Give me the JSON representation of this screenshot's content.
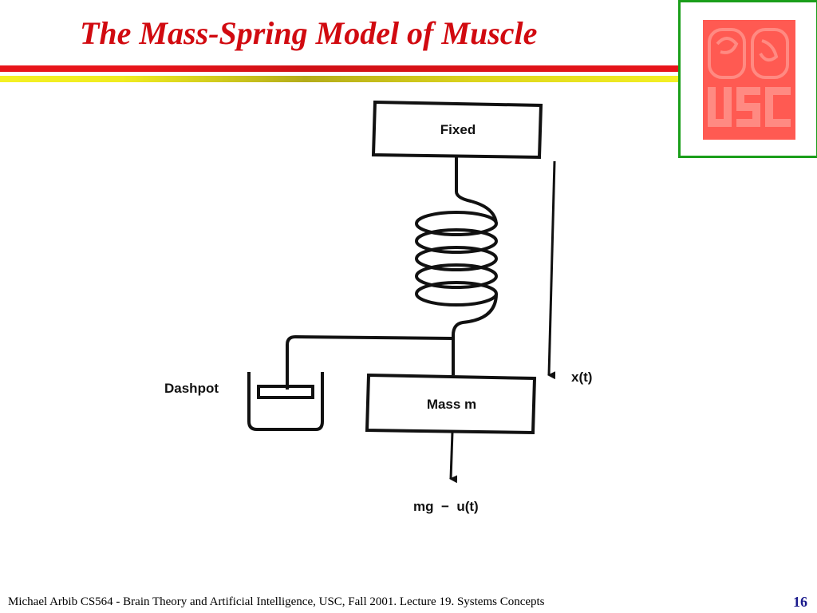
{
  "slide": {
    "title": "The Mass-Spring Model of Muscle",
    "footer": "Michael Arbib CS564 - Brain Theory and Artificial Intelligence,  USC, Fall 2001. Lecture 19. Systems Concepts",
    "page_number": "16"
  },
  "logo": {
    "text": "USC",
    "color": "#ff5a52"
  },
  "diagram": {
    "fixed_label": "Fixed",
    "mass_label": "Mass m",
    "dashpot_label": "Dashpot",
    "displacement_label": "x(t)",
    "force_label": "mg  −  u(t)"
  },
  "colors": {
    "title": "#d10a10",
    "rule_red": "#e8141a",
    "rule_yellow": "#f4f024",
    "logo_border": "#1a9e1a",
    "page_number": "#1a1a8c"
  }
}
